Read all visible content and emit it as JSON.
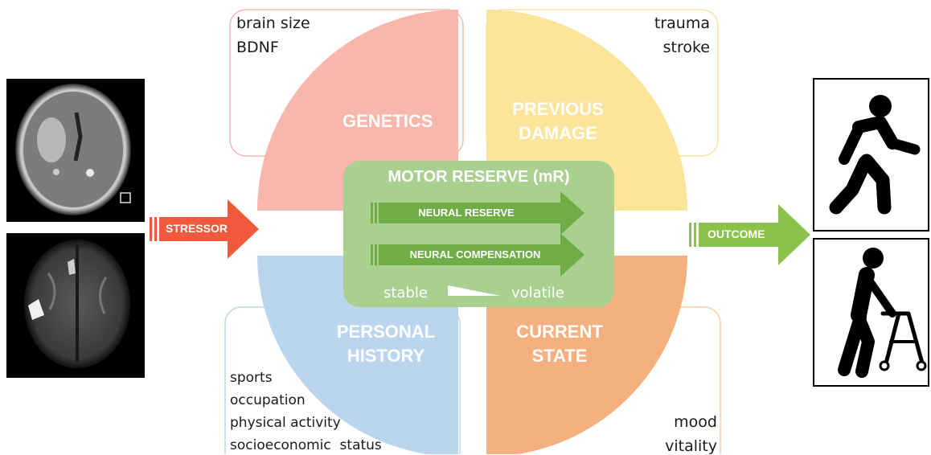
{
  "stressor_label": "STRESSOR",
  "outcome_label": "OUTCOME",
  "center": {
    "title": "MOTOR RESERVE (mR)",
    "arrow1": "NEURAL RESERVE",
    "arrow2": "NEURAL COMPENSATION",
    "scale_left": "stable",
    "scale_right": "volatile"
  },
  "quadrants": {
    "genetics": {
      "title": "GENETICS",
      "factors": [
        "brain size",
        "BDNF"
      ]
    },
    "previous_damage": {
      "title_line1": "PREVIOUS",
      "title_line2": "DAMAGE",
      "factors": [
        "trauma",
        "stroke"
      ]
    },
    "personal_history": {
      "title_line1": "PERSONAL",
      "title_line2": "HISTORY",
      "factors": [
        "sports",
        "occupation",
        "physical activity",
        "socioeconomic  status"
      ]
    },
    "current_state": {
      "title_line1": "CURRENT",
      "title_line2": "STATE",
      "factors": [
        "mood",
        "vitality"
      ]
    }
  },
  "colors": {
    "genetics": "#f7b7ad",
    "previous_damage": "#fde49b",
    "personal_history": "#bcd5ee",
    "current_state": "#f4b07f",
    "center_box": "#a9d08e",
    "inner_arrows": "#70ad47",
    "stressor_arrow": "#f0593c",
    "outcome_arrow": "#8bc34a"
  },
  "icons": [
    "ct-brain-scan-image",
    "mri-brain-scan-image",
    "walking-person-icon",
    "person-with-walker-icon"
  ]
}
